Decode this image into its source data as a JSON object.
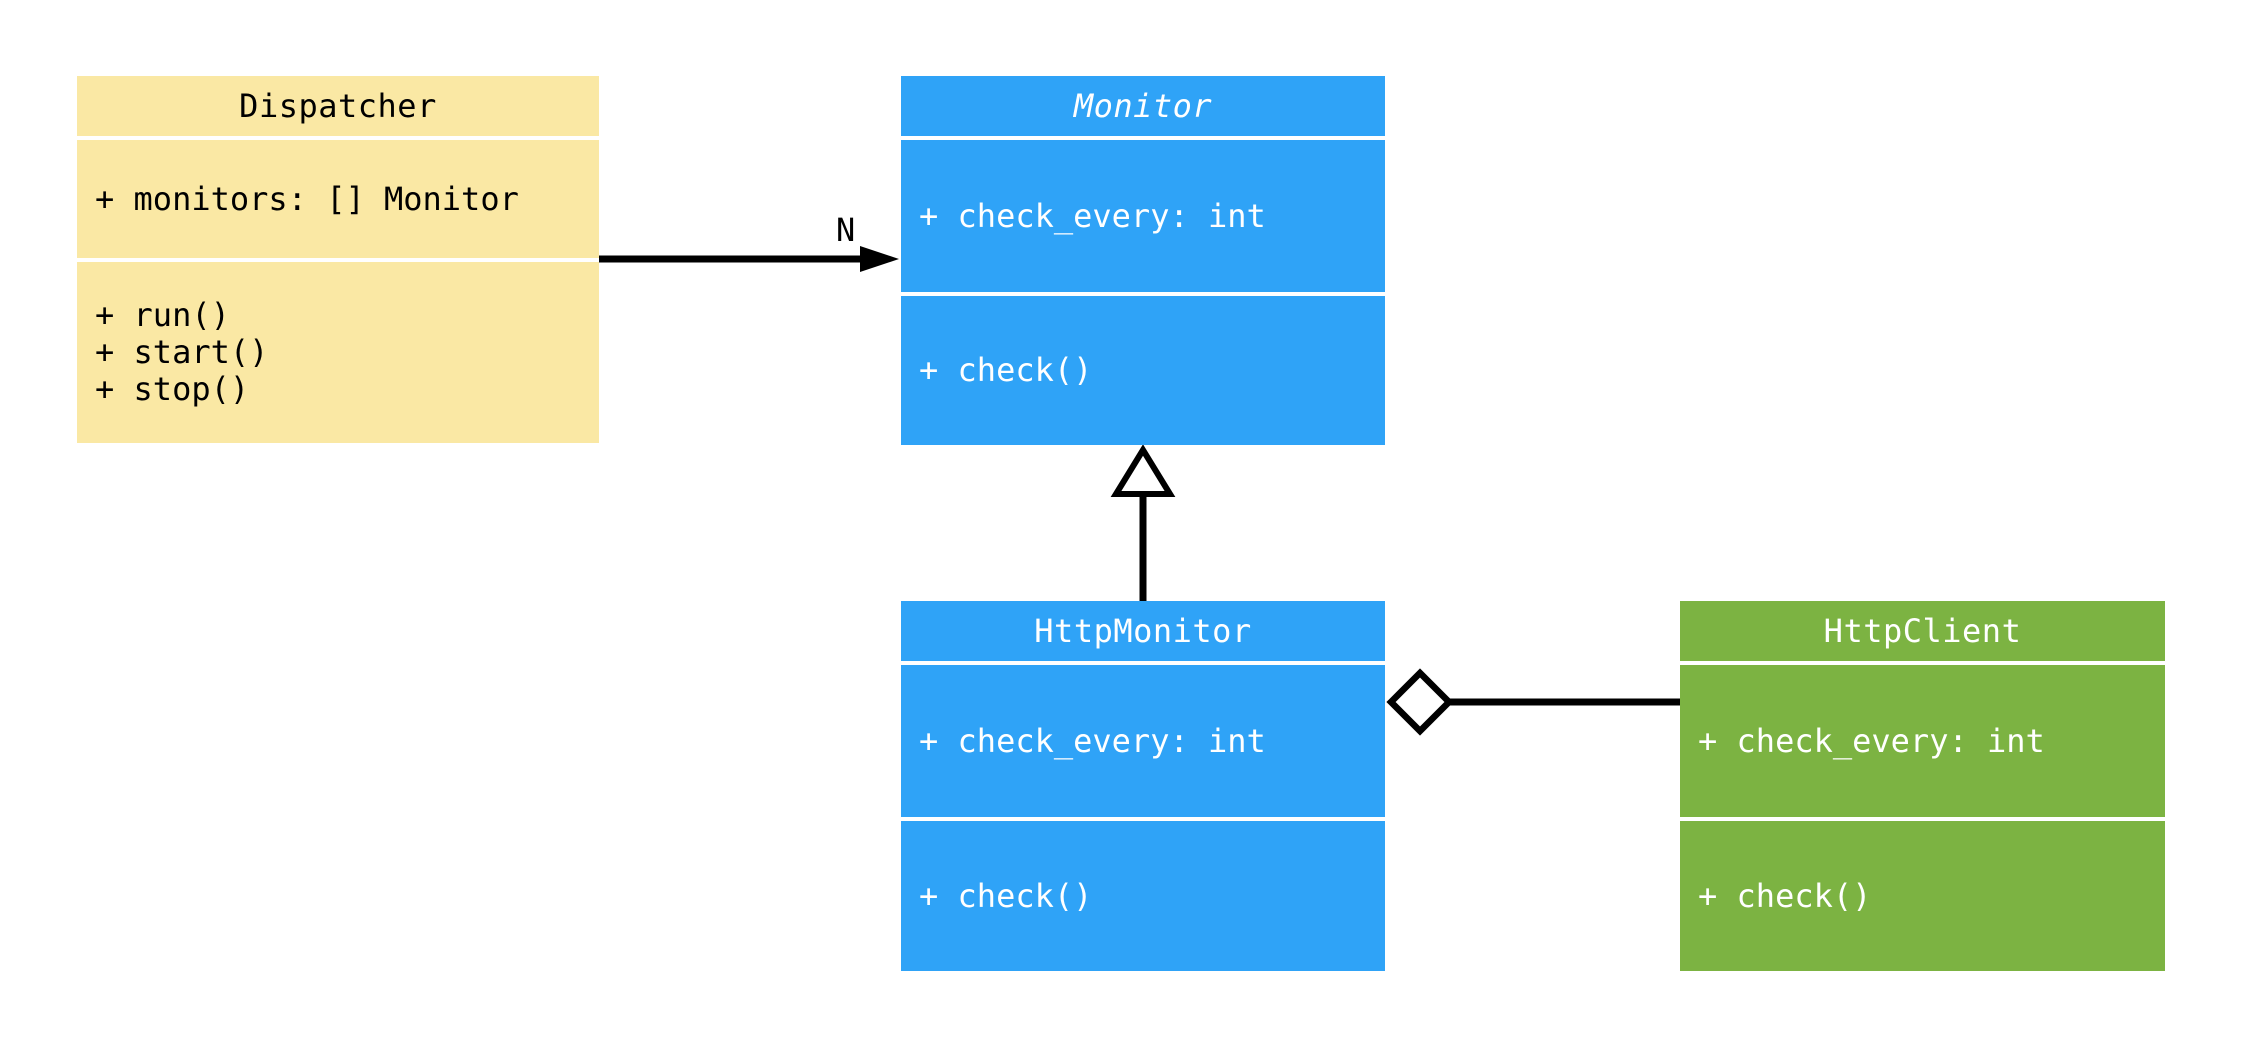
{
  "diagram": {
    "background_color": "#ffffff",
    "line_color": "#000000",
    "classes": [
      {
        "name": "Dispatcher",
        "title_italic": false,
        "fill": "#fae8a4",
        "text_color": "#000000",
        "attributes": [
          "+ monitors: [] Monitor"
        ],
        "methods": [
          "+ run()",
          "+ start()",
          "+ stop()"
        ]
      },
      {
        "name": "Monitor",
        "title_italic": true,
        "fill": "#2fa3f7",
        "text_color": "#ffffff",
        "attributes": [
          "+ check_every: int"
        ],
        "methods": [
          "+ check()"
        ]
      },
      {
        "name": "HttpMonitor",
        "title_italic": false,
        "fill": "#2fa3f7",
        "text_color": "#ffffff",
        "attributes": [
          "+ check_every: int"
        ],
        "methods": [
          "+ check()"
        ]
      },
      {
        "name": "HttpClient",
        "title_italic": false,
        "fill": "#7cb342",
        "text_color": "#ffffff",
        "attributes": [
          "+ check_every: int"
        ],
        "methods": [
          "+ check()"
        ]
      }
    ],
    "relationships": [
      {
        "type": "directed-association",
        "from": "Dispatcher",
        "to": "Monitor",
        "label": "N"
      },
      {
        "type": "inheritance",
        "from": "HttpMonitor",
        "to": "Monitor",
        "label": ""
      },
      {
        "type": "aggregation",
        "from": "HttpMonitor",
        "to": "HttpClient",
        "label": ""
      }
    ]
  }
}
